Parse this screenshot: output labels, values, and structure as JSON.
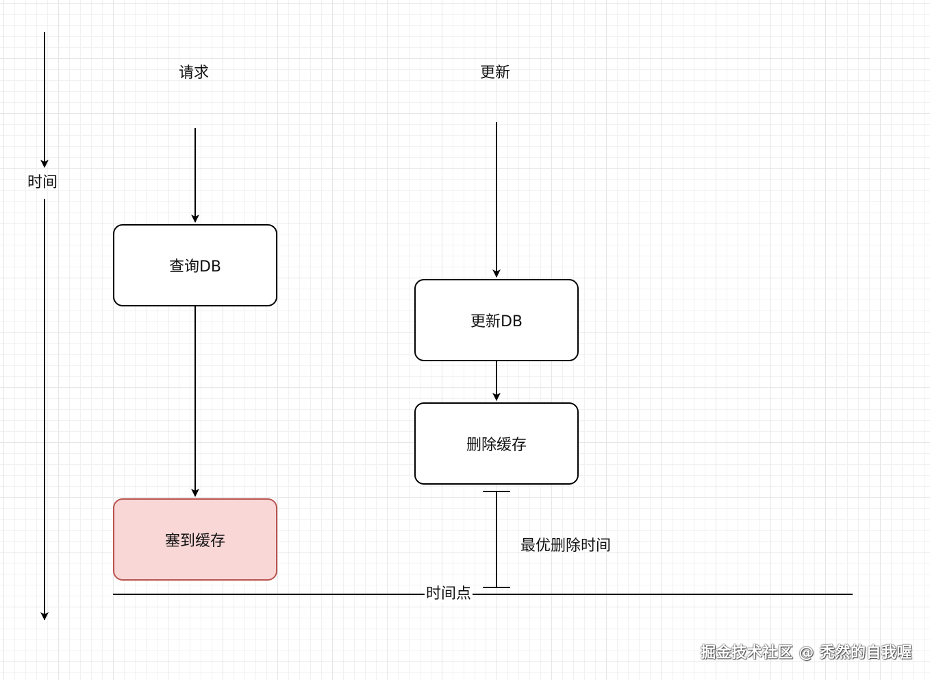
{
  "diagram": {
    "time_axis_label": "时间",
    "lane_request_label": "请求",
    "lane_update_label": "更新",
    "nodes": {
      "query_db": "查询DB",
      "stuff_cache": "塞到缓存",
      "update_db": "更新DB",
      "delete_cache": "删除缓存"
    },
    "best_delete_time_label": "最优删除时间",
    "time_point_label": "时间点",
    "colors": {
      "line": "#000000",
      "highlight_fill": "#f8d7d6",
      "highlight_border": "#b85450"
    }
  },
  "watermark": "掘金技术社区 @ 秃然的自我喔"
}
